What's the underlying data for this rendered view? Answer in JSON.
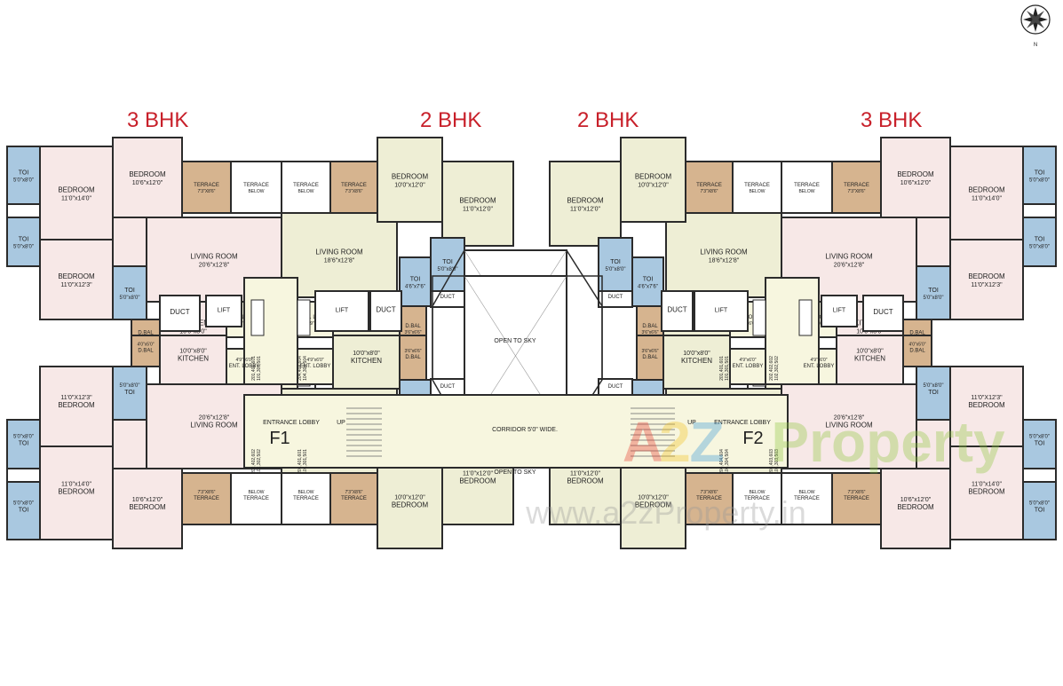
{
  "headers": {
    "bhk_1": "3 BHK",
    "bhk_2": "2 BHK",
    "bhk_3": "2 BHK",
    "bhk_4": "3 BHK"
  },
  "compass": {
    "label": "N"
  },
  "wings": {
    "f1": "F1",
    "f2": "F2"
  },
  "common": {
    "entrance_lobby": "ENTRANCE LOBBY",
    "up": "UP",
    "corridor": "CORRIDOR 5'0\" WIDE.",
    "open_to_sky": "OPEN TO SKY",
    "lift": "LIFT",
    "duct": "DUCT",
    "unit_codes_a": [
      "201,401,601",
      "101,301,501"
    ],
    "unit_codes_b": [
      "202,402,602",
      "102,302,502"
    ],
    "unit_codes_c": [
      "203,403,603",
      "103,303,503"
    ],
    "unit_codes_d": [
      "204,404,604",
      "104,304,504"
    ]
  },
  "rooms": {
    "toi_5x8": [
      "TOI",
      "5'0\"x8'0\""
    ],
    "toi_46x76": [
      "TOI",
      "4'6\"x7'6\""
    ],
    "bed_11x14": [
      "BEDROOM",
      "11'0\"x14'0\""
    ],
    "bed_11x12_3": [
      "BEDROOM",
      "11'0\"X12'3\""
    ],
    "bed_106x12": [
      "BEDROOM",
      "10'6\"x12'0\""
    ],
    "bed_10x12": [
      "BEDROOM",
      "10'0\"x12'0\""
    ],
    "bed_11x12": [
      "BEDROOM",
      "11'0\"x12'0\""
    ],
    "terrace_73x86": [
      "TERRACE",
      "7'3\"X8'6\""
    ],
    "terrace_below": [
      "TERRACE",
      "BELOW"
    ],
    "living_206": [
      "LIVING ROOM",
      "20'6\"x12'8\""
    ],
    "living_186": [
      "LIVING ROOM",
      "18'6\"x12'8\""
    ],
    "kitchen": [
      "KITCHEN",
      "10'0\"x8'0\""
    ],
    "ent_lobby": [
      "ENT. LOBBY",
      "4'9\"x6'0\""
    ],
    "dbal_4x5": [
      "D.BAL",
      "4'0\"x5'0\""
    ],
    "dbal_36x66": [
      "D.BAL",
      "3'6\"x6'6\""
    ]
  },
  "watermark": {
    "brand_a": "A",
    "brand_2": "2",
    "brand_z": "Z",
    "brand_rest": "Property",
    "site": "www.a2zProperty.in"
  },
  "colors": {
    "unit_3bhk": "#f7e8e7",
    "unit_2bhk": "#eeeed5",
    "toilet": "#a9c8e0",
    "terrace": "#d6b48f",
    "lobby": "#f7f6df",
    "wall": "#2b2b2b",
    "header": "#c8202a"
  }
}
